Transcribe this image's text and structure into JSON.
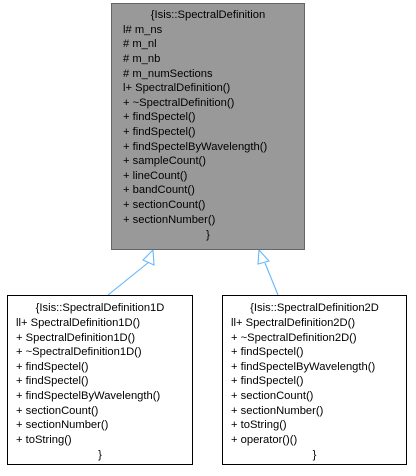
{
  "diagram": {
    "base_class": {
      "title": "{Isis::SpectralDefinition",
      "members": [
        "l# m_ns",
        "# m_nl",
        "# m_nb",
        "# m_numSections",
        "l+ SpectralDefinition()",
        "+ ~SpectralDefinition()",
        "+ findSpectel()",
        "+ findSpectel()",
        "+ findSpectelByWavelength()",
        "+ sampleCount()",
        "+ lineCount()",
        "+ bandCount()",
        "+ sectionCount()",
        "+ sectionNumber()"
      ],
      "closing": "}"
    },
    "derived_1d": {
      "title": "{Isis::SpectralDefinition1D",
      "members": [
        "ll+ SpectralDefinition1D()",
        "+ SpectralDefinition1D()",
        "+ ~SpectralDefinition1D()",
        "+ findSpectel()",
        "+ findSpectel()",
        "+ findSpectelByWavelength()",
        "+ sectionCount()",
        "+ sectionNumber()",
        "+ toString()"
      ],
      "closing": "}"
    },
    "derived_2d": {
      "title": "{Isis::SpectralDefinition2D",
      "members": [
        "ll+ SpectralDefinition2D()",
        "+ ~SpectralDefinition2D()",
        "+ findSpectel()",
        "+ findSpectelByWavelength()",
        "+ findSpectel()",
        "+ sectionCount()",
        "+ sectionNumber()",
        "+ toString()",
        "+ operator()()"
      ],
      "closing": "}"
    },
    "colors": {
      "base_fill": "#999999",
      "base_border": "#666666",
      "derived_fill": "#ffffff",
      "derived_border": "#000000",
      "edge": "#63b8ff"
    }
  }
}
